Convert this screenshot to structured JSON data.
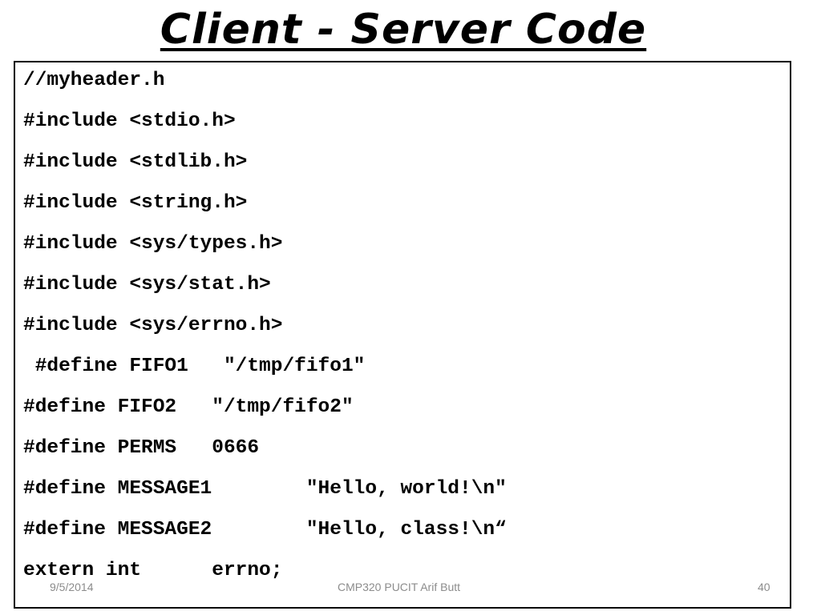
{
  "slide": {
    "title": "Client - Server Code",
    "code_lines": [
      "//myheader.h",
      "#include <stdio.h>",
      "#include <stdlib.h>",
      "#include <string.h>",
      "#include <sys/types.h>",
      "#include <sys/stat.h>",
      "#include <sys/errno.h>",
      " #define FIFO1   \"/tmp/fifo1\"",
      "#define FIFO2   \"/tmp/fifo2\"",
      "#define PERMS   0666",
      "#define MESSAGE1        \"Hello, world!\\n\"",
      "#define MESSAGE2        \"Hello, class!\\n“",
      "extern int      errno;"
    ]
  },
  "footer": {
    "date": "9/5/2014",
    "course": "CMP320   PUCIT   Arif Butt",
    "page_number": "40"
  }
}
